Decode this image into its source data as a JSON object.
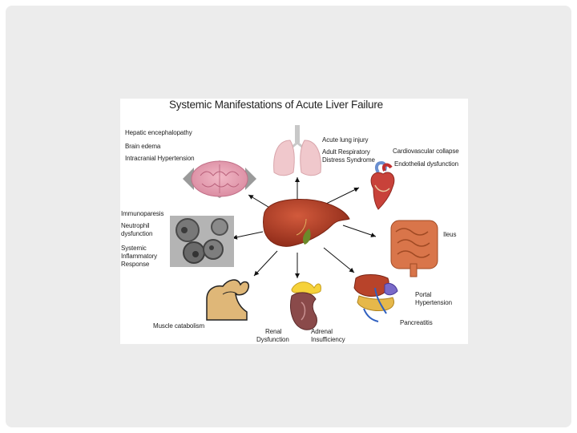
{
  "title": "Systemic Manifestations of Acute Liver Failure",
  "labels": {
    "hepatic_encephalopathy": "Hepatic encephalopathy",
    "brain_edema": "Brain edema",
    "intracranial_hypertension": "Intracranial Hypertension",
    "acute_lung_injury": "Acute lung injury",
    "adult_respiratory": "Adult Respiratory",
    "distress_syndrome": "Distress Syndrome",
    "cardiovascular_collapse": "Cardiovascular collapse",
    "endothelial_dysfunction": "Endothelial dysfunction",
    "immunoparesis": "Immunoparesis",
    "neutrophil": "Neutrophil",
    "dysfunction_1": "dysfunction",
    "systemic": "Systemic",
    "inflammatory": "Inflammatory",
    "response": "Response",
    "ileus": "Ileus",
    "portal": "Portal",
    "hypertension": "Hypertension",
    "pancreatitis": "Pancreatitis",
    "muscle_catabolism": "Muscle catabolism",
    "renal": "Renal",
    "renal_dysfunction": "Dysfunction",
    "adrenal": "Adrenal",
    "insufficiency": "Insufficiency"
  },
  "colors": {
    "liver": "#b8432a",
    "arrow": "#111111",
    "slide_bg": "#ececec"
  },
  "icons": [
    "brain-icon",
    "lungs-icon",
    "heart-icon",
    "liver-icon",
    "intestine-icon",
    "neutrophil-micrograph-icon",
    "muscle-arm-icon",
    "kidney-adrenal-icon",
    "pancreas-portal-icon"
  ]
}
